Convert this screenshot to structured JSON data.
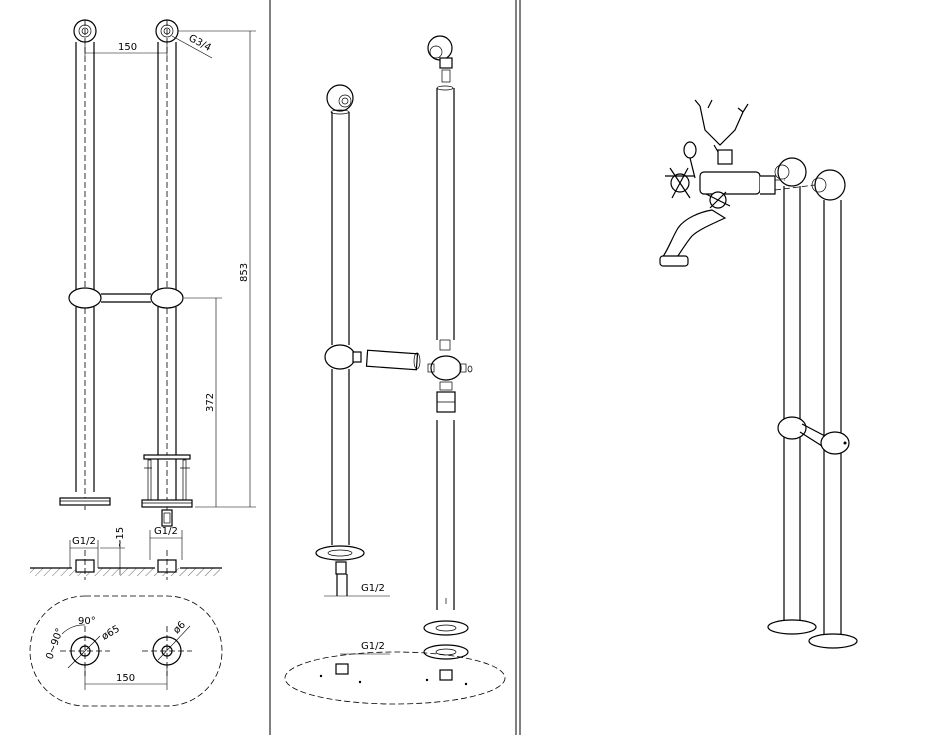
{
  "dimensions": {
    "spacing_top": "150",
    "thread_top": "G3/4",
    "total_height": "853",
    "bar_height": "372",
    "thread_left": "G1/2",
    "thread_right": "G1/2",
    "depth": "~15",
    "plan_angle_1": "0~90°",
    "plan_angle_2": "90°",
    "plan_dia_pipe": "ø65",
    "plan_dia_screw": "ø6",
    "plan_spacing": "150"
  },
  "exploded": {
    "thread_lower": "G1/2",
    "thread_floor": "G1/2"
  },
  "colors": {
    "line": "#000000",
    "background": "#ffffff"
  }
}
